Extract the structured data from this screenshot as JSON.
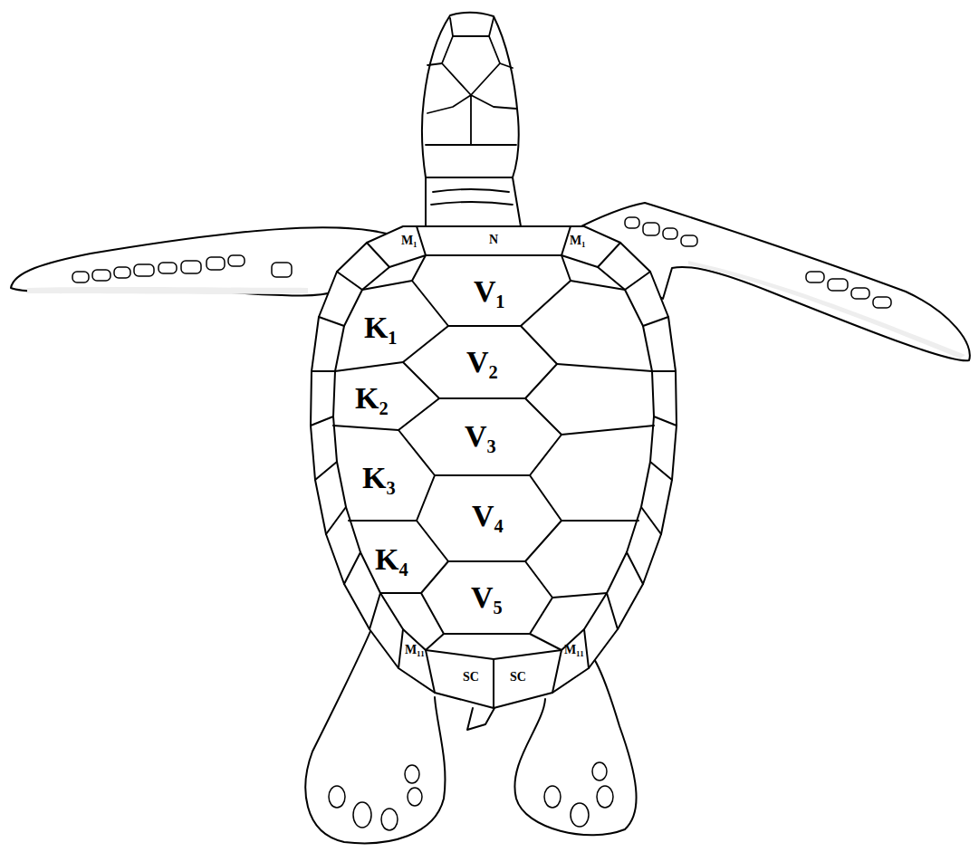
{
  "diagram": {
    "labels": [
      "M₁",
      "N",
      "M₁",
      "V₁",
      "K₁",
      "V₂",
      "K₂",
      "V₃",
      "K₃",
      "V₄",
      "K₄",
      "V₅",
      "M₁₁",
      "SC",
      "SC",
      "M₁₁"
    ]
  }
}
